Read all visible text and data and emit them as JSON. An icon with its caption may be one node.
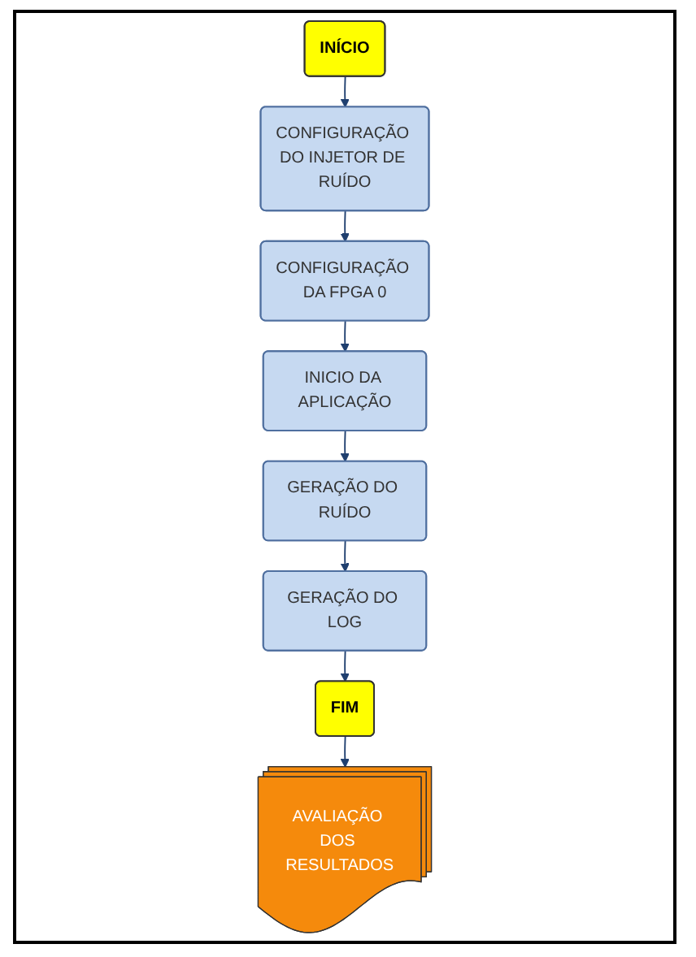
{
  "diagram": {
    "nodes": [
      {
        "text": [
          "INÍCIO"
        ]
      },
      {
        "text": [
          "CONFIGURAÇÃO DO INJETOR DE RUÍDO"
        ]
      },
      {
        "text": [
          "CONFIGURAÇÃO DA FPGA 0"
        ]
      },
      {
        "text": [
          "INICIO DA APLICAÇÃO"
        ]
      },
      {
        "text": [
          "GERAÇÃO DO RUÍDO"
        ]
      },
      {
        "text": [
          "GERAÇÃO DO LOG"
        ]
      },
      {
        "text": [
          "FIM"
        ]
      },
      {
        "text": [
          "AVALIAÇÃO DOS RESULTADOS"
        ]
      }
    ],
    "edges": [
      {
        "from": 0,
        "to": 1,
        "arrow": "to"
      },
      {
        "from": 1,
        "to": 2,
        "arrow": "to"
      },
      {
        "from": 2,
        "to": 3,
        "arrow": "to"
      },
      {
        "from": 3,
        "to": 4,
        "arrow": "to"
      },
      {
        "from": 4,
        "to": 5,
        "arrow": "to"
      },
      {
        "from": 5,
        "to": 6,
        "arrow": "to"
      },
      {
        "from": 6,
        "to": 7,
        "arrow": "to"
      }
    ]
  }
}
